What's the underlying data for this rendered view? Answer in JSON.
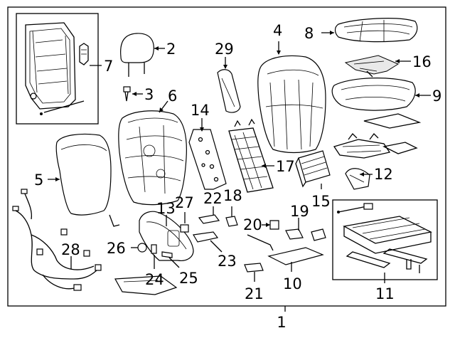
{
  "diagram": {
    "callouts": {
      "c1": "1",
      "c2": "2",
      "c3": "3",
      "c4": "4",
      "c5": "5",
      "c6": "6",
      "c7": "7",
      "c8": "8",
      "c9": "9",
      "c10": "10",
      "c11": "11",
      "c12": "12",
      "c13": "13",
      "c14": "14",
      "c15": "15",
      "c16": "16",
      "c17": "17",
      "c18": "18",
      "c19": "19",
      "c20": "20",
      "c21": "21",
      "c22": "22",
      "c23": "23",
      "c24": "24",
      "c25": "25",
      "c26": "26",
      "c27": "27",
      "c28": "28",
      "c29": "29"
    },
    "line_color": "#000000",
    "background": "#ffffff"
  }
}
